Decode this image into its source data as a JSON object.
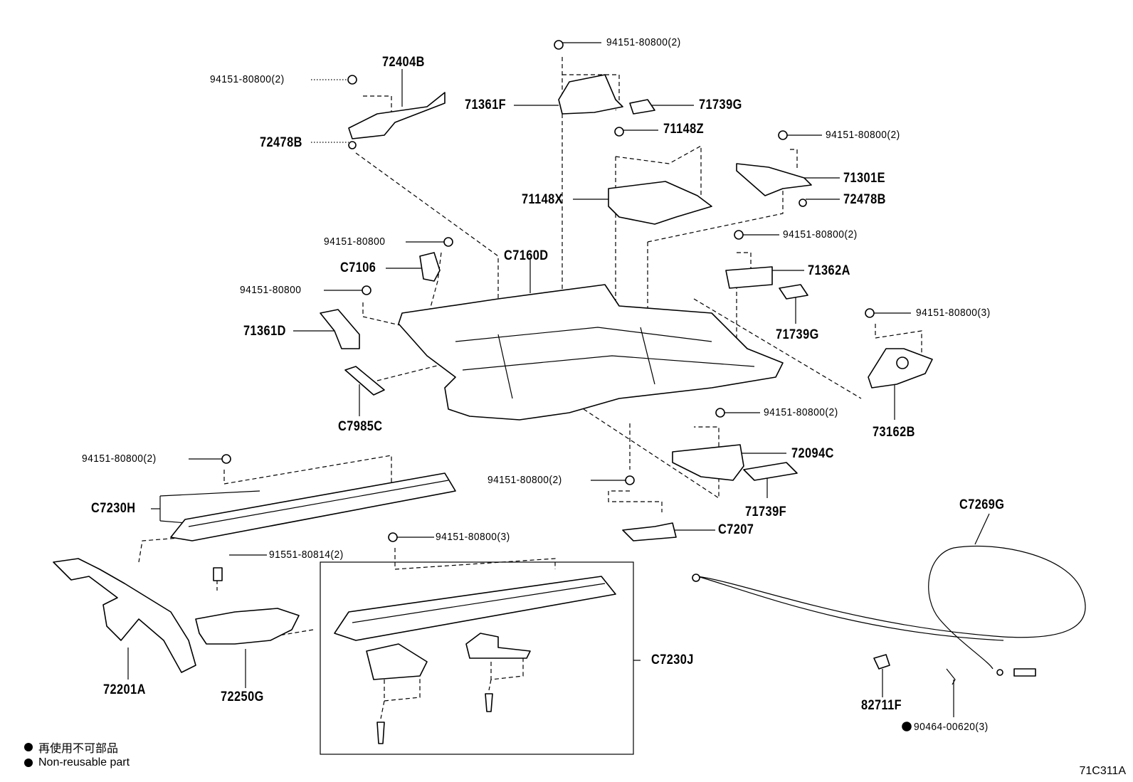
{
  "labels": {
    "p94151_top": "94151-80800(2)",
    "p72404B": "72404B",
    "p94151_tl": "94151-80800(2)",
    "p72478B_l": "72478B",
    "p71361F": "71361F",
    "p71739G_t": "71739G",
    "p71148Z": "71148Z",
    "p94151_r1": "94151-80800(2)",
    "p71301E": "71301E",
    "p72478B_r": "72478B",
    "p71148X": "71148X",
    "p94151_r2": "94151-80800(2)",
    "p94151_c1": "94151-80800",
    "p7106": "C7106",
    "p7160D": "C7160D",
    "p71362A": "71362A",
    "p94151_c2": "94151-80800",
    "p71739G_m": "71739G",
    "p71361D": "71361D",
    "p94151_r3": "94151-80800(3)",
    "p7985C": "C7985C",
    "p73162B": "73162B",
    "p94151_r4": "94151-80800(2)",
    "p72094C": "72094C",
    "p94151_l1": "94151-80800(2)",
    "p94151_c3": "94151-80800(2)",
    "p7230H": "C7230H",
    "p71739F": "71739F",
    "p7207": "C7207",
    "p94151_c4": "94151-80800(3)",
    "p91551": "91551-80814(2)",
    "p7269G": "C7269G",
    "p7230J": "C7230J",
    "p72201A": "72201A",
    "p72250G": "72250G",
    "p82711F": "82711F",
    "p90464": "90464-00620(3)"
  },
  "legend": {
    "line1": "再使用不可部品",
    "line2": "Non-reusable part"
  },
  "illustration_code": "71C311A"
}
